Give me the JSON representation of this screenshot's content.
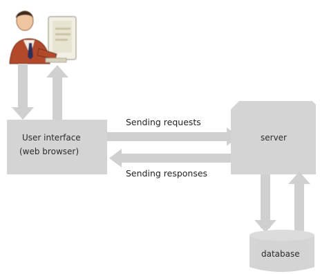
{
  "diagram": {
    "nodes": {
      "user": {
        "icon": "office-worker-at-computer-icon"
      },
      "ui": {
        "label_line1": "User interface",
        "label_line2": "(web browser)"
      },
      "server": {
        "label": "server"
      },
      "database": {
        "label": "database"
      }
    },
    "edges": {
      "requests": {
        "label": "Sending requests"
      },
      "responses": {
        "label": "Sending responses"
      }
    },
    "colors": {
      "box_fill": "#d4d4d4",
      "arrow_fill": "#d0d0d0",
      "text": "#222222",
      "background": "#ffffff"
    }
  }
}
